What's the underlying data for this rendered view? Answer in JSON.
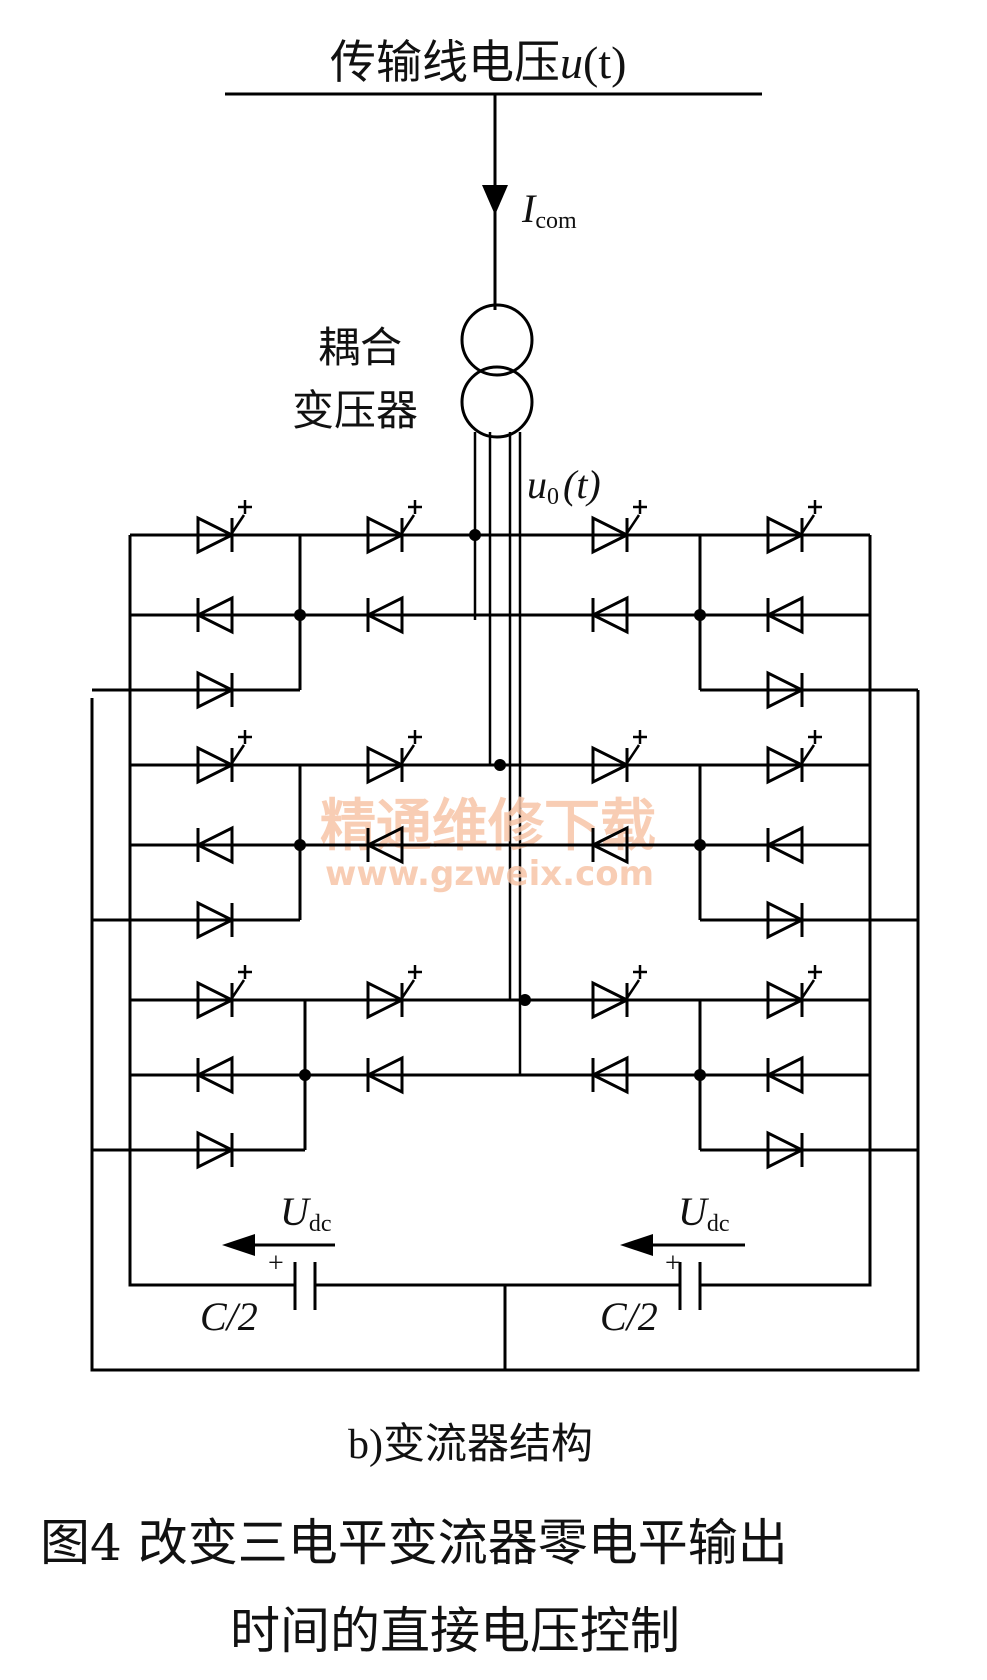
{
  "top_label": "传输线电压",
  "top_var": "u",
  "top_var_arg": "(t)",
  "current_main": "I",
  "current_sub": "com",
  "transformer_label_1": "耦合",
  "transformer_label_2": "变压器",
  "output_var": "u",
  "output_sub": "0",
  "output_arg": "(t)",
  "cap_voltage_main": "U",
  "cap_voltage_sub": "dc",
  "cap_plus": "+",
  "cap_label": "C/2",
  "subcaption": "b)变流器结构",
  "figure_caption_line1": "图4  改变三电平变流器零电平输出",
  "figure_caption_line2": "时间的直接电压控制",
  "watermark_cn": "精通维修下载",
  "watermark_url": "www.gzweix.com"
}
